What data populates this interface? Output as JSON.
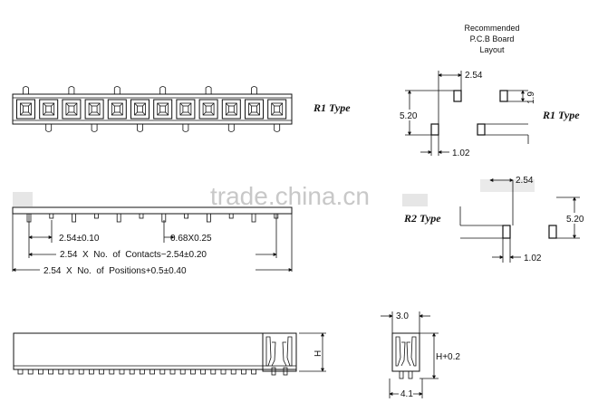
{
  "layout_title": [
    "Recommended",
    "P.C.B Board",
    "Layout"
  ],
  "r1_type_label": "R1 Type",
  "r1_layout_label": "R1 Type",
  "r2_type_label": "R2 Type",
  "watermark": "trade.china.cn",
  "dims": {
    "pitch_layout": "2.54",
    "height_1_9": "1.9",
    "height_5_20": "5.20",
    "pad_width": "1.02",
    "r2_pitch": "2.54",
    "r2_height": "5.20",
    "r2_pad": "1.02",
    "pitch_tol": "2.54±0.10",
    "pin_size": "0.68X0.25",
    "contacts_formula": "2.54  X  No.  of  Contacts−2.54±0.20",
    "positions_formula": "2.54  X  No.  of  Positions+0.5±0.40",
    "side_width": "3.0",
    "side_height": "H+0.2",
    "side_base": "4.1",
    "front_height": "H"
  }
}
